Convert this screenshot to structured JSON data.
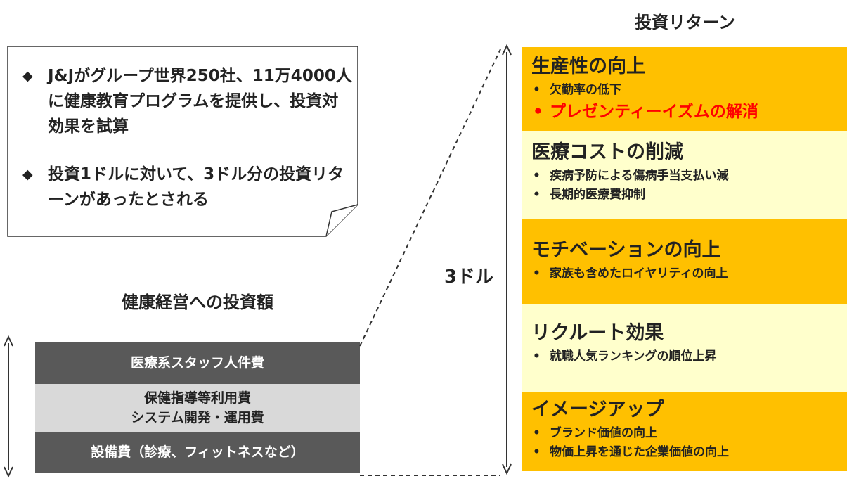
{
  "note": {
    "bullet1": "J&Jがグループ世界250社、11万4000人に健康教育プログラムを提供し、投資対効果を試算",
    "bullet2": "投資1ドルに対いて、3ドル分の投資リターンがあったとされる"
  },
  "investment": {
    "title": "健康経営への投資額",
    "items": [
      {
        "label": "医療系スタッフ人件費"
      },
      {
        "label": "保健指導等利用費\nシステム開発・運用費"
      },
      {
        "label": "設備費（診療、フィットネスなど）"
      }
    ]
  },
  "multiplier_label": "3ドル",
  "returns": {
    "title": "投資リターン",
    "sections": [
      {
        "heading": "生産性の向上",
        "bullets": [
          "欠勤率の低下"
        ],
        "highlight": "プレゼンティーイズムの解消"
      },
      {
        "heading": "医療コストの削減",
        "bullets": [
          "疾病予防による傷病手当支払い減",
          "長期的医療費抑制"
        ]
      },
      {
        "heading": "モチベーションの向上",
        "bullets": [
          "家族も含めたロイヤリティの向上"
        ]
      },
      {
        "heading": "リクルート効果",
        "bullets": [
          "就職人気ランキングの順位上昇"
        ]
      },
      {
        "heading": "イメージアップ",
        "bullets": [
          "ブランド価値の向上",
          "物価上昇を通じた企業価値の向上"
        ]
      }
    ]
  },
  "colors": {
    "gold": "#ffc000",
    "pale_yellow": "#ffffcc",
    "dark_gray": "#595959",
    "light_gray": "#d9d9d9",
    "highlight_red": "#ff0000"
  },
  "icons": {
    "bullet": "diamond-icon",
    "arrow": "double-arrow-icon"
  }
}
